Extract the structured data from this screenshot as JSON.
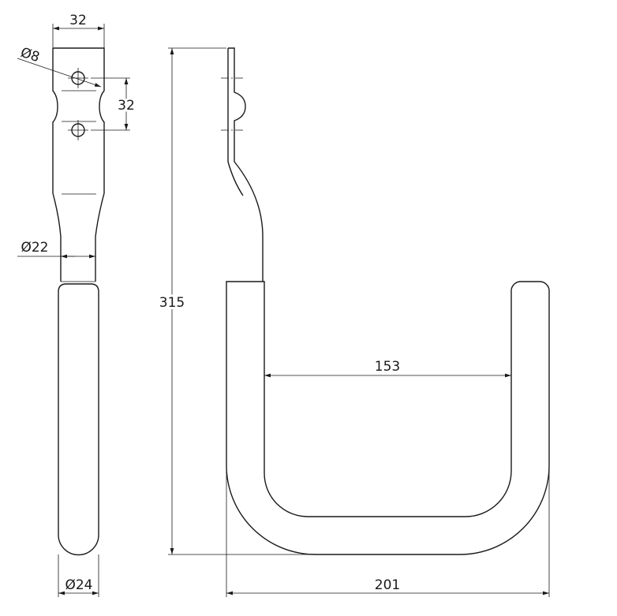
{
  "dimensions": {
    "plate_width": "32",
    "hole_diameter": "Ø8",
    "hole_spacing": "32",
    "shank_diameter": "Ø22",
    "sleeve_diameter": "Ø24",
    "total_height": "315",
    "inner_width": "153",
    "total_width": "201"
  },
  "colors": {
    "line": "#1a1a1a",
    "background": "#ffffff"
  }
}
